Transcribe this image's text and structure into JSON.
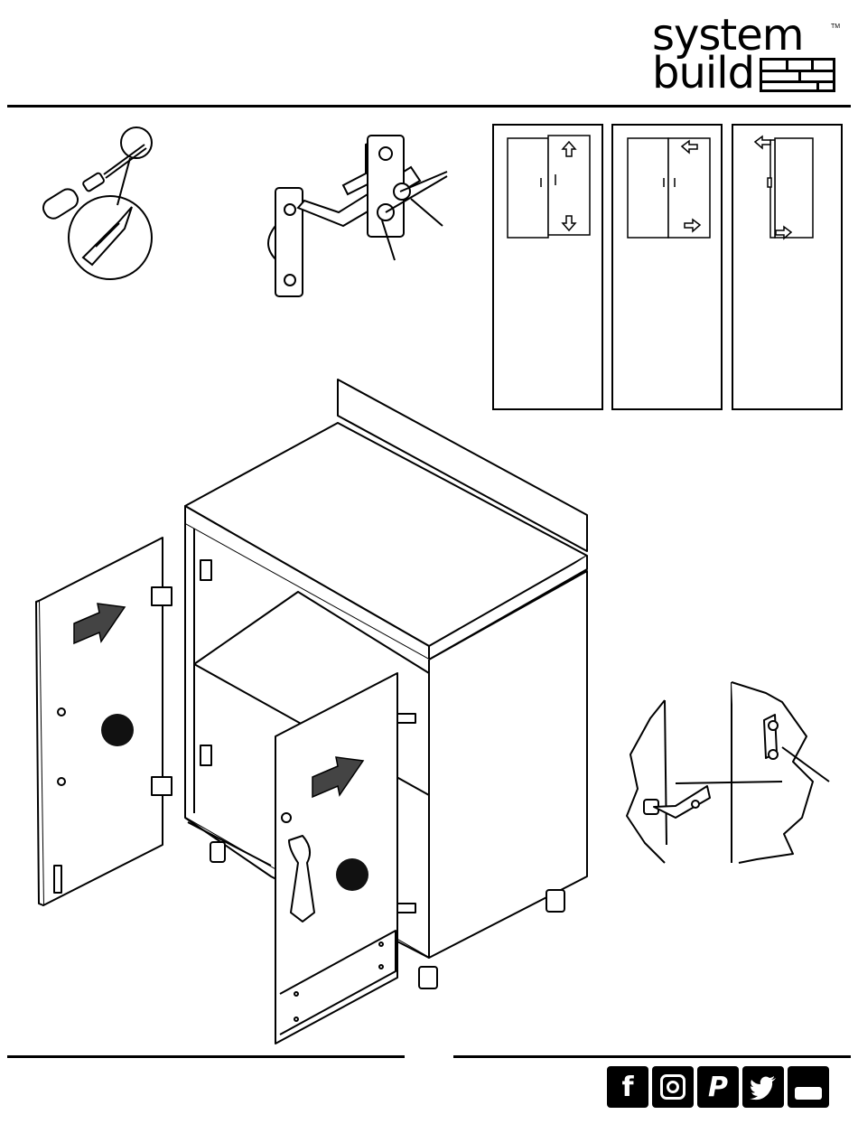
{
  "brand": {
    "line1": "system",
    "line2": "build",
    "trademark": "TM"
  },
  "social": {
    "icons": [
      "facebook-icon",
      "instagram-icon",
      "pinterest-icon",
      "twitter-icon",
      "youtube-icon"
    ],
    "facebook": "f",
    "pinterest": "P"
  },
  "colors": {
    "ink": "#000000",
    "paper": "#ffffff",
    "marker": "#111111",
    "arrow": "#444444"
  }
}
